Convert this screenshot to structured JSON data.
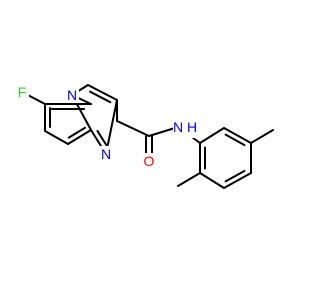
{
  "molecule": {
    "colors": {
      "bond": "#000000",
      "F": "#33cc33",
      "N": "#0000ff",
      "O": "#ff0000"
    },
    "atom_labels": {
      "fluorine": "F",
      "nitrogen_bridgehead": "N",
      "nitrogen_ring": "N",
      "oxygen": "O",
      "amide_nitrogen": "N",
      "amide_hydrogen": "H"
    }
  }
}
